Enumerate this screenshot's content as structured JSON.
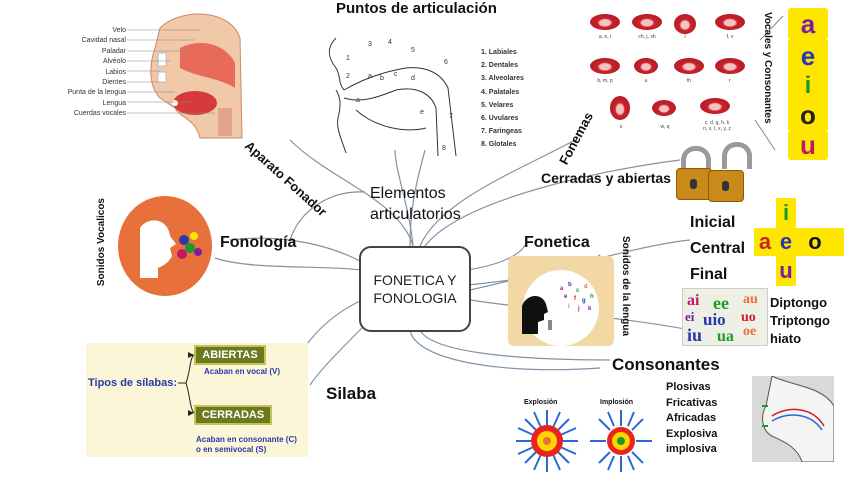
{
  "center": {
    "line1": "FONETICA Y",
    "line2": "FONOLOGIA"
  },
  "branches": {
    "elementos": {
      "line1": "Elementos",
      "line2": "articulatorios"
    },
    "fonologia": "Fonología",
    "fonetica": "Fonetica",
    "silaba": "Silaba",
    "consonantes": "Consonantes",
    "fonemas": "Fonemas",
    "aparato": "Aparato Fonador",
    "cerradas_abiertas": "Cerradas y abiertas",
    "puntos": "Puntos de articulación"
  },
  "anatomy_labels": [
    "Velo",
    "Cavidad nasal",
    "Paladar",
    "Alvéolo",
    "Labios",
    "Dientes",
    "Punta de la lengua",
    "Lengua",
    "Cuerdas vocales"
  ],
  "puntos_list": [
    "1. Labiales",
    "2. Dentales",
    "3. Alveolares",
    "4. Palatales",
    "5. Velares",
    "6. Uvulares",
    "7. Faringeas",
    "8. Glotales"
  ],
  "mouth_labels": {
    "row1": [
      "a, e, i",
      "ch, j, sh",
      "l",
      "f, v"
    ],
    "row2": [
      "b, m, p",
      "u",
      "th",
      "r"
    ],
    "row3": [
      "o",
      "w, q",
      "c, d, g, h, k\nn, s, t, x, y, z"
    ]
  },
  "side_labels": {
    "sonidos_vocalicos": "Sonidos Vocalicos",
    "sonidos_lengua": "Sonidos de la lengua",
    "vocales_consonantes": "Vocales y Consonantes"
  },
  "vowels": [
    "a",
    "e",
    "i",
    "o",
    "u"
  ],
  "posicion": {
    "l1": "Inicial",
    "l2": "Central",
    "l3": "Final"
  },
  "cross_vowels": {
    "top": "i",
    "left": "a",
    "mid": "e",
    "right": "o",
    "bottom": "u"
  },
  "diptongo": {
    "l1": "Diptongo",
    "l2": "Triptongo",
    "l3": "hiato"
  },
  "diptongo_image_letters": [
    "ai",
    "ee",
    "au",
    "ei",
    "uio",
    "uo",
    "iu",
    "ua",
    "oe"
  ],
  "silabas": {
    "title": "Tipos de sílabas:",
    "abiertas": "ABIERTAS",
    "abiertas_desc": "Acaban en vocal (V)",
    "cerradas": "CERRADAS",
    "cerradas_desc1": "Acaban en consonante (C)",
    "cerradas_desc2": "o en semivocal (S)"
  },
  "explosion": "Explosión",
  "implosion": "Implosión",
  "consonant_types": [
    "Plosivas",
    "Fricativas",
    "Africadas",
    "Explosiva",
    "implosiva"
  ],
  "colors": {
    "line": "#7a8a9c",
    "lip": "#c8232c",
    "green_box": "#6b7a1e",
    "blue_text": "#2a37a8",
    "orange": "#e8703a",
    "purple": "#7a1fa0"
  }
}
